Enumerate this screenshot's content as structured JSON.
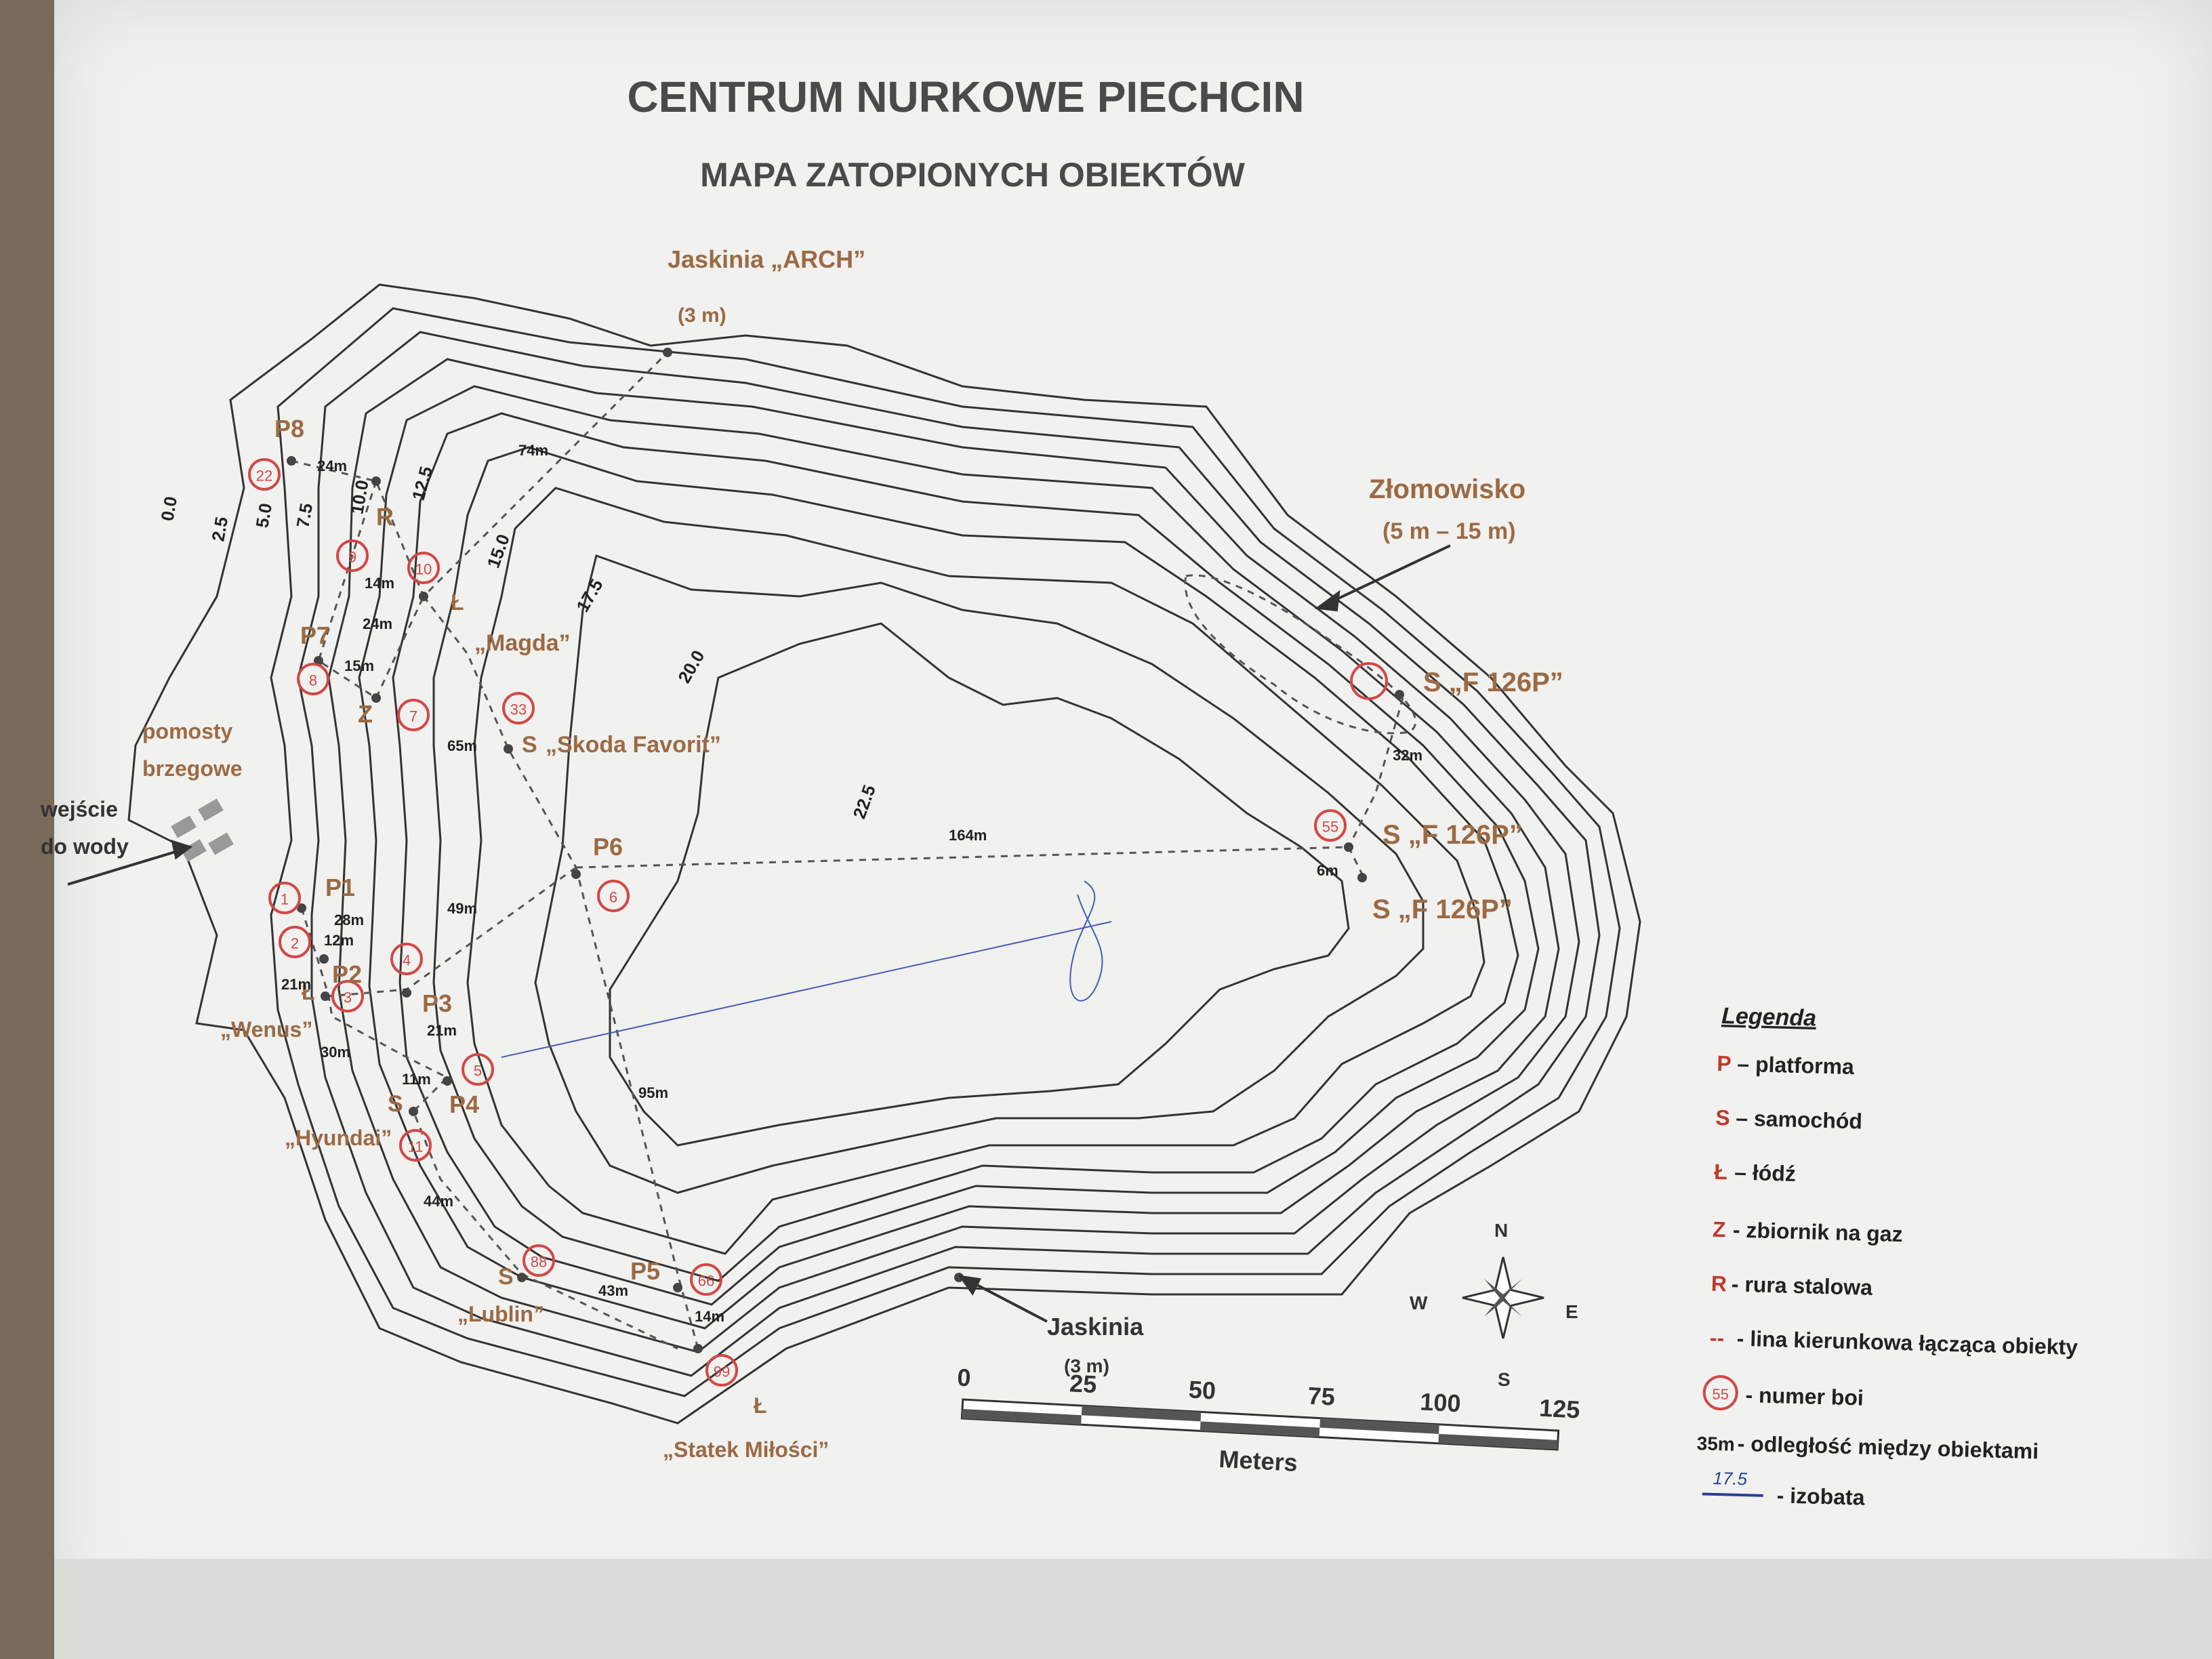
{
  "title": "CENTRUM NURKOWE PIECHCIN",
  "subtitle": "MAPA ZATOPIONYCH OBIEKTÓW",
  "places": {
    "arch_cave": "Jaskinia „ARCH”",
    "arch_cave_depth": "(3 m)",
    "scrapyard": "Złomowisko",
    "scrapyard_depth": "(5 m – 15 m)",
    "piers": [
      "pomosty",
      "brzegowe"
    ],
    "entry": [
      "wejście",
      "do wody"
    ],
    "cave": "Jaskinia",
    "cave_depth": "(3 m)"
  },
  "platforms": [
    "P1",
    "P2",
    "P3",
    "P4",
    "P5",
    "P6",
    "P7",
    "P8"
  ],
  "objects": {
    "r": "R",
    "z": "Z",
    "l_magda": "Ł",
    "magda": "„Magda”",
    "s_skoda": "S",
    "skoda": "„Skoda Favorit”",
    "f126_1": "S „F 126P”",
    "f126_2": "S „F 126P”",
    "f126_3": "S „F 126P”",
    "l_wenus": "Ł",
    "wenus": "„Wenus”",
    "s_hyundai": "S",
    "hyundai": "„Hyundai”",
    "s_lublin": "S",
    "lublin": "„Lublin”",
    "l_statek": "Ł",
    "statek": "„Statek Miłości”"
  },
  "buoys": [
    "22",
    "9",
    "10",
    "8",
    "7",
    "33",
    "55",
    "1",
    "2",
    "3",
    "4",
    "5",
    "6",
    "11",
    "88",
    "66",
    "99"
  ],
  "distances": [
    "24m",
    "14m",
    "24m",
    "15m",
    "74m",
    "65m",
    "32m",
    "164m",
    "6m",
    "49m",
    "28m",
    "12m",
    "21m",
    "21m",
    "30m",
    "11m",
    "95m",
    "44m",
    "43m",
    "14m"
  ],
  "isobaths": [
    "0.0",
    "2.5",
    "5.0",
    "7.5",
    "10.0",
    "12.5",
    "15.0",
    "17.5",
    "20.0",
    "22.5"
  ],
  "compass": {
    "n": "N",
    "s": "S",
    "e": "E",
    "w": "W"
  },
  "scale": {
    "ticks": [
      "0",
      "25",
      "50",
      "75",
      "100",
      "125"
    ],
    "unit": "Meters"
  },
  "legend": {
    "title": "Legenda",
    "items": [
      {
        "key": "P",
        "text": "– platforma"
      },
      {
        "key": "S",
        "text": "– samochód"
      },
      {
        "key": "Ł",
        "text": "– łódź"
      },
      {
        "key": "Z",
        "text": "- zbiornik na gaz"
      },
      {
        "key": "R",
        "text": "- rura stalowa"
      },
      {
        "key": "--",
        "text": "- lina kierunkowa łącząca obiekty"
      },
      {
        "key": "55",
        "text": "- numer boi"
      },
      {
        "key": "35m",
        "text": "- odległość między obiektami"
      },
      {
        "key": "17.5",
        "text": "- izobata"
      }
    ]
  },
  "colors": {
    "object_label": "#9b6a44",
    "buoy": "#d24848",
    "legend_key": "#c0392b",
    "isobath_sample": "#2b3f9a"
  }
}
